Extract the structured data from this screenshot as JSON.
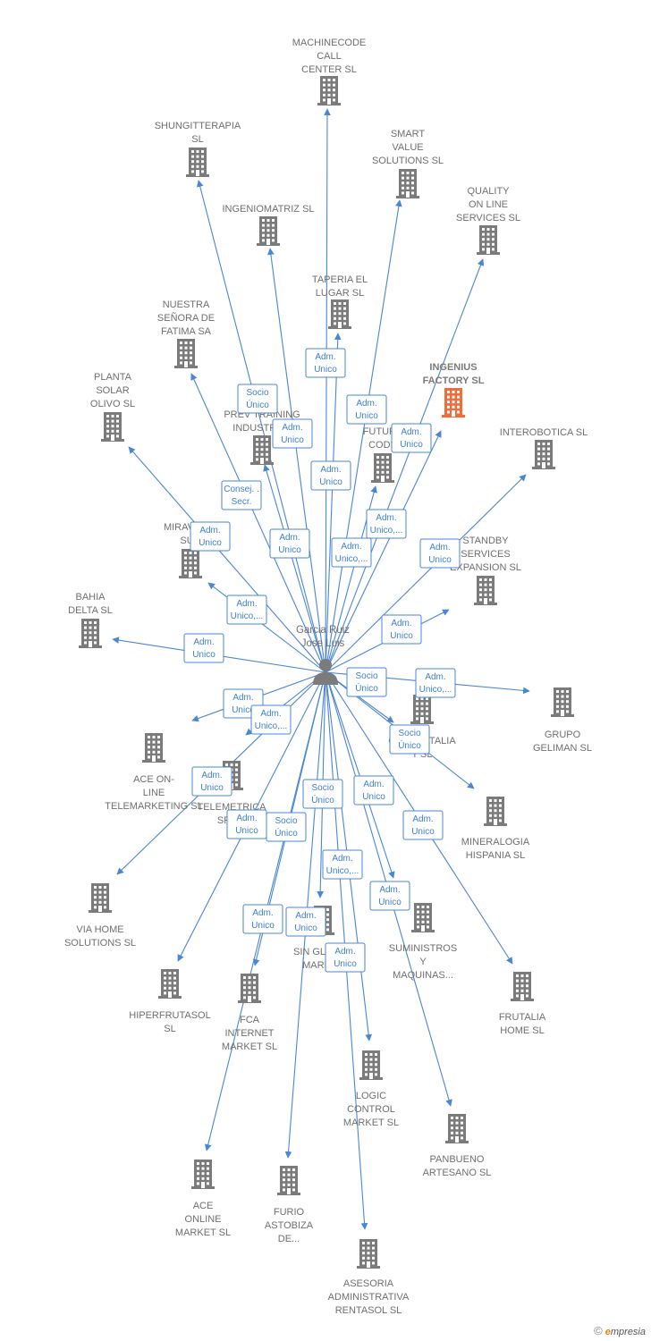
{
  "center": {
    "label_lines": [
      "Garcia Ruiz",
      "Jose Luis"
    ]
  },
  "colors": {
    "edge": "#4a86d6",
    "building": "#7b7b7b",
    "highlight": "#f26b3a",
    "label": "#6f6f6f"
  },
  "companies": [
    {
      "id": "machinecode",
      "label_lines": [
        "MACHINECODE",
        "CALL",
        "CENTER  SL"
      ],
      "highlight": false
    },
    {
      "id": "shungitterapia",
      "label_lines": [
        "SHUNGITTERAPIA",
        "SL"
      ],
      "highlight": false
    },
    {
      "id": "smartvalue",
      "label_lines": [
        "SMART",
        "VALUE",
        "SOLUTIONS SL"
      ],
      "highlight": false
    },
    {
      "id": "ingeniomatriz",
      "label_lines": [
        "INGENIOMATRIZ SL"
      ],
      "highlight": false
    },
    {
      "id": "qualityonline",
      "label_lines": [
        "QUALITY",
        "ON LINE",
        "SERVICES  SL"
      ],
      "highlight": false
    },
    {
      "id": "taperia",
      "label_lines": [
        "TAPERIA EL",
        "LUGAR SL"
      ],
      "highlight": false
    },
    {
      "id": "nuestrasenora",
      "label_lines": [
        "NUESTRA",
        "SEÑORA DE",
        "FATIMA SA"
      ],
      "highlight": false
    },
    {
      "id": "ingenius",
      "label_lines": [
        "INGENIUS",
        "FACTORY  SL"
      ],
      "highlight": true
    },
    {
      "id": "plantasolar",
      "label_lines": [
        "PLANTA",
        "SOLAR",
        "OLIVO SL"
      ],
      "highlight": false
    },
    {
      "id": "prevtraining",
      "label_lines": [
        "PREV TRAINING",
        "INDUSTRIAL"
      ],
      "highlight": false
    },
    {
      "id": "futurecode",
      "label_lines": [
        "FUTURE",
        "CODE"
      ],
      "highlight": false
    },
    {
      "id": "interobotica",
      "label_lines": [
        "INTEROBOTICA SL"
      ],
      "highlight": false
    },
    {
      "id": "miravalle",
      "label_lines": [
        "MIRAVALLE",
        "SUN"
      ],
      "highlight": false
    },
    {
      "id": "standby",
      "label_lines": [
        "STANDBY",
        "SERVICES",
        "EXPANSION SL"
      ],
      "highlight": false
    },
    {
      "id": "bahiadelta",
      "label_lines": [
        "BAHIA",
        "DELTA SL"
      ],
      "highlight": false
    },
    {
      "id": "grupogeliman",
      "label_lines": [
        "GRUPO",
        "GELIMAN  SL"
      ],
      "highlight": false
    },
    {
      "id": "contactalia",
      "label_lines": [
        "CONTACTALIA",
        "T  SL"
      ],
      "highlight": false
    },
    {
      "id": "aceonlinetele",
      "label_lines": [
        "ACE ON-",
        "LINE",
        "TELEMARKETING SL"
      ],
      "highlight": false
    },
    {
      "id": "telemetrica",
      "label_lines": [
        "TELEMETRICA",
        "SPAIN"
      ],
      "highlight": false
    },
    {
      "id": "mineralogia",
      "label_lines": [
        "MINERALOGIA",
        "HISPANIA  SL"
      ],
      "highlight": false
    },
    {
      "id": "viahome",
      "label_lines": [
        "VIA HOME",
        "SOLUTIONS SL"
      ],
      "highlight": false
    },
    {
      "id": "suministros",
      "label_lines": [
        "SUMINISTROS",
        "Y",
        "MAQUINAS..."
      ],
      "highlight": false
    },
    {
      "id": "singl",
      "label_lines": [
        "SIN GLUTEN",
        "MARKET"
      ],
      "highlight": false
    },
    {
      "id": "hiperfrutasol",
      "label_lines": [
        "HIPERFRUTASOL",
        "SL"
      ],
      "highlight": false
    },
    {
      "id": "fcainternet",
      "label_lines": [
        "FCA",
        "INTERNET",
        "MARKET  SL"
      ],
      "highlight": false
    },
    {
      "id": "frutalia",
      "label_lines": [
        "FRUTALIA",
        "HOME  SL"
      ],
      "highlight": false
    },
    {
      "id": "logiccontrol",
      "label_lines": [
        "LOGIC",
        "CONTROL",
        "MARKET  SL"
      ],
      "highlight": false
    },
    {
      "id": "panbueno",
      "label_lines": [
        "PANBUENO",
        "ARTESANO  SL"
      ],
      "highlight": false
    },
    {
      "id": "aceonlinemarket",
      "label_lines": [
        "ACE",
        "ONLINE",
        "MARKET SL"
      ],
      "highlight": false
    },
    {
      "id": "furio",
      "label_lines": [
        "FURIO",
        "ASTOBIZA",
        "DE..."
      ],
      "highlight": false
    },
    {
      "id": "asesoria",
      "label_lines": [
        "ASESORIA",
        "ADMINISTRATIVA",
        "RENTASOL SL"
      ],
      "highlight": false
    }
  ],
  "edges": [
    {
      "to": "machinecode",
      "role_lines": [
        "Adm.",
        "Unico"
      ]
    },
    {
      "to": "shungitterapia",
      "role_lines": [
        "Socio",
        "Único"
      ]
    },
    {
      "to": "smartvalue",
      "role_lines": [
        "Adm.",
        "Unico"
      ]
    },
    {
      "to": "ingeniomatriz",
      "role_lines": [
        "Adm.",
        "Unico"
      ]
    },
    {
      "to": "qualityonline",
      "role_lines": [
        "Adm.",
        "Unico"
      ]
    },
    {
      "to": "taperia",
      "role_lines": [
        "Adm.",
        "Unico"
      ]
    },
    {
      "to": "nuestrasenora",
      "role_lines": [
        "Consej. .",
        "Secr."
      ]
    },
    {
      "to": "plantasolar",
      "role_lines": [
        "Adm.",
        "Unico"
      ]
    },
    {
      "to": "prevtraining",
      "role_lines": [
        "Adm.",
        "Unico"
      ]
    },
    {
      "to": "futurecode",
      "role_lines": [
        "Adm.",
        "Unico,..."
      ]
    },
    {
      "to": "ingenius",
      "role_lines": [
        "Adm.",
        "Unico,..."
      ]
    },
    {
      "to": "interobotica",
      "role_lines": [
        "Adm.",
        "Unico"
      ]
    },
    {
      "to": "miravalle",
      "role_lines": [
        "Adm.",
        "Unico,..."
      ]
    },
    {
      "to": "standby",
      "role_lines": [
        "Adm.",
        "Unico"
      ]
    },
    {
      "to": "bahiadelta",
      "role_lines": [
        "Adm.",
        "Unico"
      ]
    },
    {
      "to": "grupogeliman",
      "role_lines": [
        "Adm.",
        "Unico,..."
      ]
    },
    {
      "to": "contactalia",
      "role_lines": [
        "Socio",
        "Único"
      ]
    },
    {
      "to": "aceonlinetele",
      "role_lines": [
        "Adm.",
        "Unico"
      ]
    },
    {
      "to": "telemetrica",
      "role_lines": [
        "Adm.",
        "Unico,..."
      ]
    },
    {
      "to": "mineralogia",
      "role_lines": [
        "Socio",
        "Único"
      ]
    },
    {
      "to": "viahome",
      "role_lines": [
        "Adm.",
        "Unico"
      ]
    },
    {
      "to": "suministros",
      "role_lines": [
        "Adm.",
        "Unico"
      ]
    },
    {
      "to": "singl",
      "role_lines": [
        "Socio",
        "Único"
      ]
    },
    {
      "to": "hiperfrutasol",
      "role_lines": [
        "Adm.",
        "Unico"
      ]
    },
    {
      "to": "fcainternet",
      "role_lines": [
        "Socio",
        "Único"
      ]
    },
    {
      "to": "frutalia",
      "role_lines": [
        "Adm.",
        "Unico"
      ]
    },
    {
      "to": "logiccontrol",
      "role_lines": [
        "Adm.",
        "Unico,..."
      ]
    },
    {
      "to": "panbueno",
      "role_lines": [
        "Adm.",
        "Unico"
      ]
    },
    {
      "to": "aceonlinemarket",
      "role_lines": [
        "Adm.",
        "Unico"
      ]
    },
    {
      "to": "furio",
      "role_lines": [
        "Adm.",
        "Unico"
      ]
    },
    {
      "to": "asesoria",
      "role_lines": [
        "Adm.",
        "Unico"
      ]
    }
  ],
  "footer": {
    "copyright": "©",
    "brand_initial": "e",
    "brand_rest": "mpresia"
  }
}
